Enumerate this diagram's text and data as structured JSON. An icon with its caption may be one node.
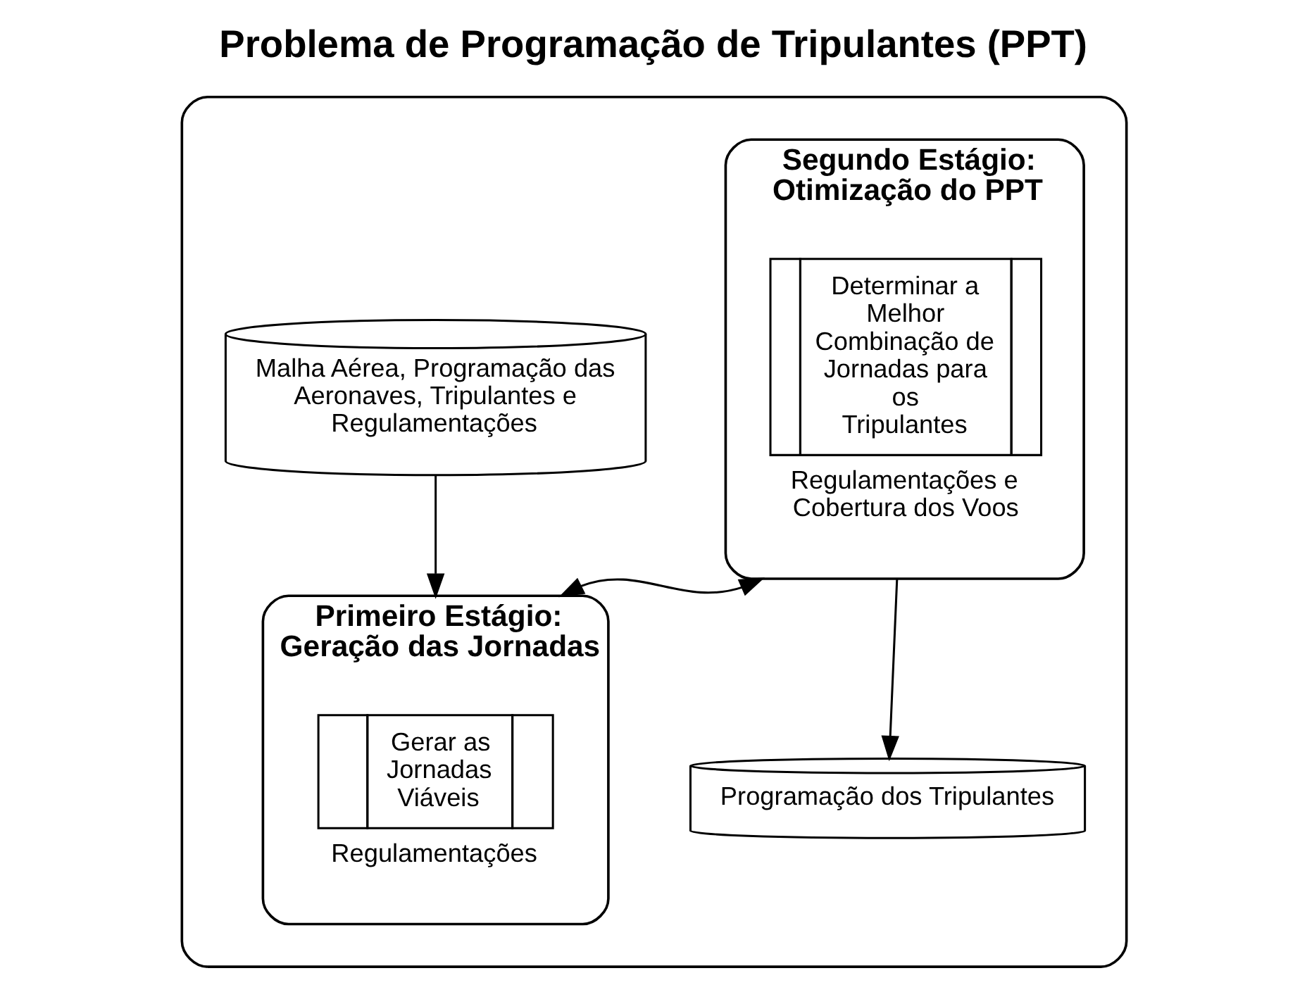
{
  "diagram": {
    "title": "Problema de Programação de Tripulantes (PPT)",
    "nodes": [
      {
        "text": [],
        "shape": "box"
      },
      {
        "text": [
          "Malha Aérea, Programação das Aeronaves, Tripulantes e Regulamentações"
        ],
        "in": 0
      },
      {
        "text": [
          "Primeiro Estágio: Geração das Jornadas"
        ],
        "in": 0
      },
      {
        "text": [
          "Gerar as Jornadas Viáveis"
        ],
        "in": 2,
        "beside": [
          "Regulamentações"
        ]
      },
      {
        "text": [
          "Segundo Estágio: Otimização do PPT"
        ],
        "in": 0
      },
      {
        "text": [
          "Determinar a Melhor Combinação de Jornadas para os Tripulantes"
        ],
        "in": 4,
        "beside": [
          "Regulamentações e Cobertura dos Voos"
        ]
      },
      {
        "text": [
          "Programação dos Tripulantes"
        ],
        "in": 0
      }
    ],
    "edges": [
      {
        "from": 1,
        "to": 2,
        "arrow": "to"
      },
      {
        "from": 2,
        "to": 4,
        "arrow": "both"
      },
      {
        "from": 4,
        "to": 6,
        "arrow": "to"
      }
    ]
  }
}
